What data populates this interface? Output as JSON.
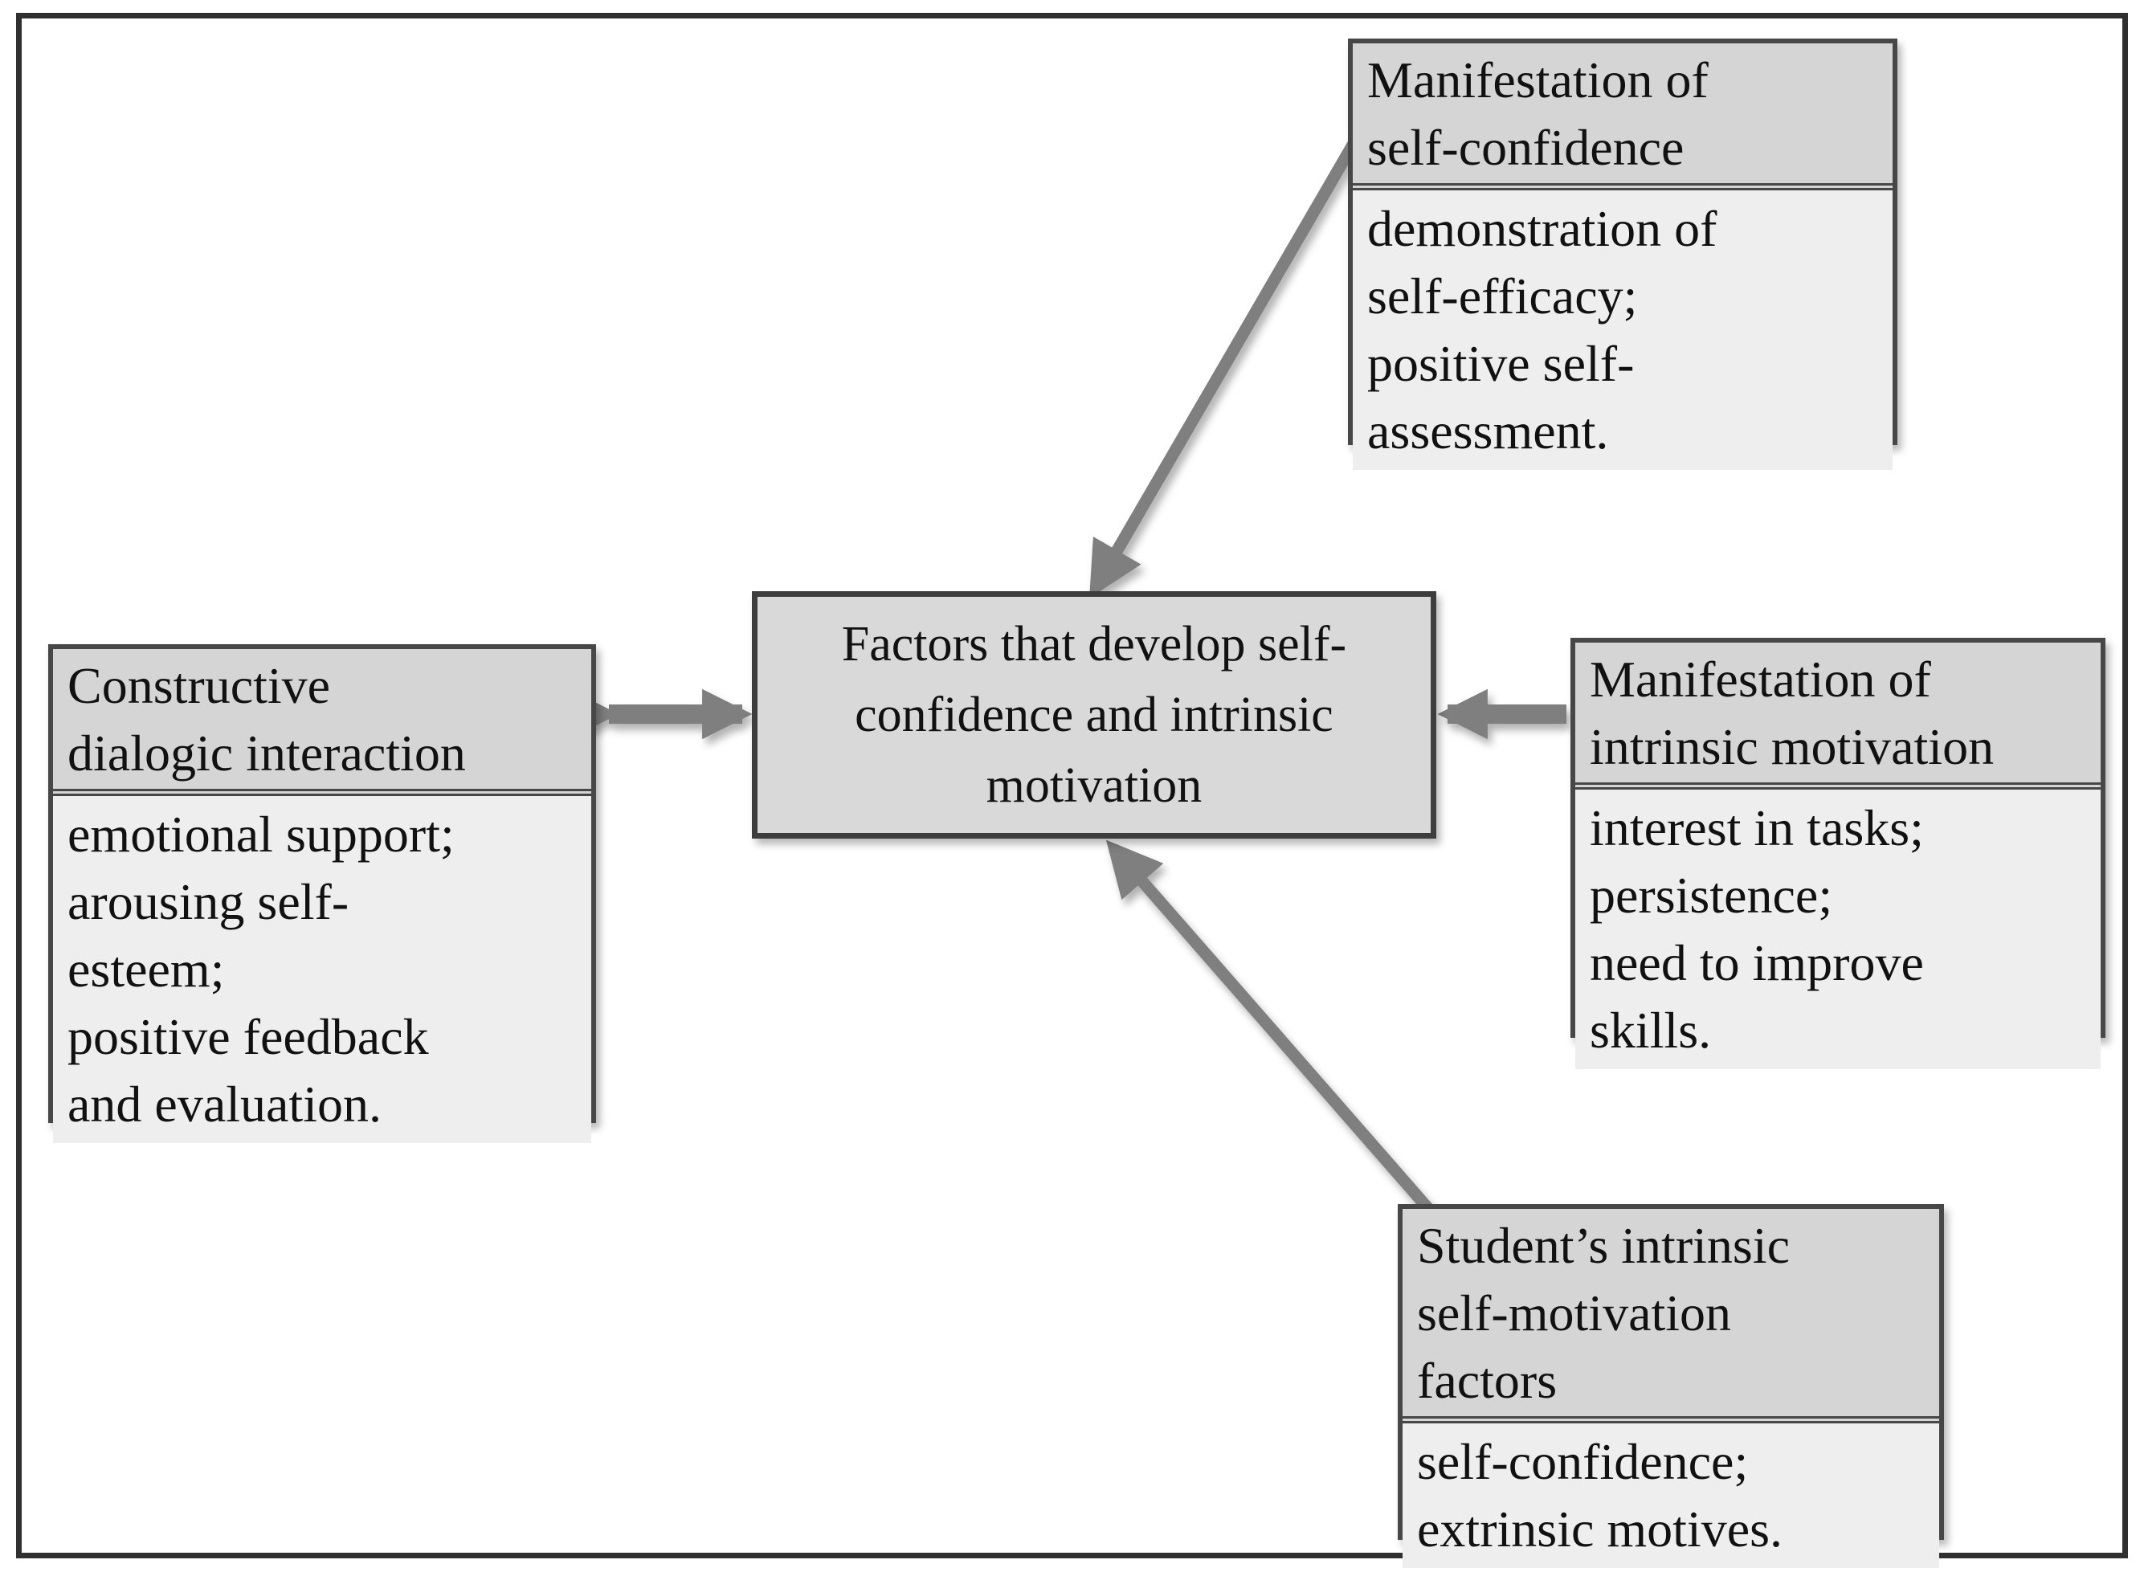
{
  "diagram": {
    "center_box": {
      "text": "Factors that develop self-\nconfidence and intrinsic\nmotivation"
    },
    "boxes": {
      "top_right": {
        "header": "Manifestation of\nself-confidence",
        "body": "demonstration of\nself-efficacy;\npositive self-\nassessment."
      },
      "left": {
        "header": "Constructive\ndialogic interaction",
        "body": "emotional support;\narousing self-\nesteem;\npositive feedback\nand evaluation."
      },
      "right": {
        "header": "Manifestation of\nintrinsic motivation",
        "body": "interest in tasks;\npersistence;\nneed to improve\nskills."
      },
      "bottom_right": {
        "header": "Student’s intrinsic\nself-motivation\nfactors",
        "body": "self-confidence;\nextrinsic motives."
      }
    },
    "connections": [
      {
        "from": "left",
        "to": "center",
        "type": "double-headed-arrow"
      },
      {
        "from": "top_right",
        "to": "center",
        "type": "arrow"
      },
      {
        "from": "right",
        "to": "center",
        "type": "arrow"
      },
      {
        "from": "bottom_right",
        "to": "center",
        "type": "arrow"
      }
    ],
    "colors": {
      "header_fill": "#d5d5d5",
      "body_fill": "#eeeeee",
      "center_fill": "#d9d9d9",
      "box_border": "#474747",
      "frame_border": "#303030",
      "arrow": "#7f7f7f",
      "text": "#111111"
    }
  }
}
